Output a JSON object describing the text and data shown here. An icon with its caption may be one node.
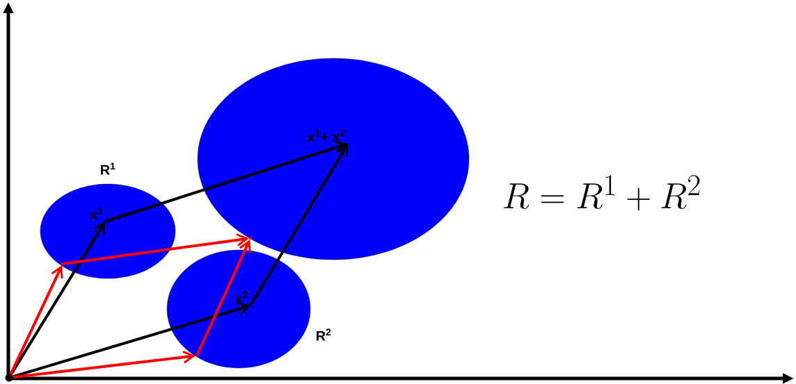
{
  "diagram": {
    "nodes": [
      {
        "text": [],
        "shape": "ellipse"
      },
      {
        "text": [
          "R$^{1}$"
        ]
      },
      {
        "text": [
          "R$^{2}$"
        ]
      },
      {
        "text": [],
        "shape": "point"
      },
      {
        "text": [
          "x$^{1}$"
        ],
        "in": 1
      },
      {
        "text": [
          "x$^{2}$"
        ],
        "in": 2
      },
      {
        "text": [
          "x$^{1}$+ x$^{2}$"
        ],
        "in": 0
      },
      {
        "text": [],
        "shape": "point",
        "in": 1
      },
      {
        "text": [],
        "shape": "point",
        "in": 0
      },
      {
        "text": [],
        "shape": "point",
        "in": 2
      }
    ],
    "edges": [
      {
        "from": 3,
        "to": 4,
        "arrow": "to"
      },
      {
        "from": 4,
        "to": 6,
        "arrow": "to"
      },
      {
        "from": 3,
        "to": 5,
        "arrow": "to"
      },
      {
        "from": 5,
        "to": 6,
        "arrow": "to"
      },
      {
        "from": 3,
        "to": 7,
        "arrow": "to",
        "color": "#ff0000"
      },
      {
        "from": 7,
        "to": 8,
        "arrow": "to",
        "color": "#ff0000"
      },
      {
        "from": 3,
        "to": 9,
        "arrow": "to",
        "color": "#ff0000"
      },
      {
        "from": 9,
        "to": 8,
        "arrow": "to",
        "color": "#ff0000"
      }
    ],
    "labels": [
      "R = R^1 + R^2"
    ]
  }
}
